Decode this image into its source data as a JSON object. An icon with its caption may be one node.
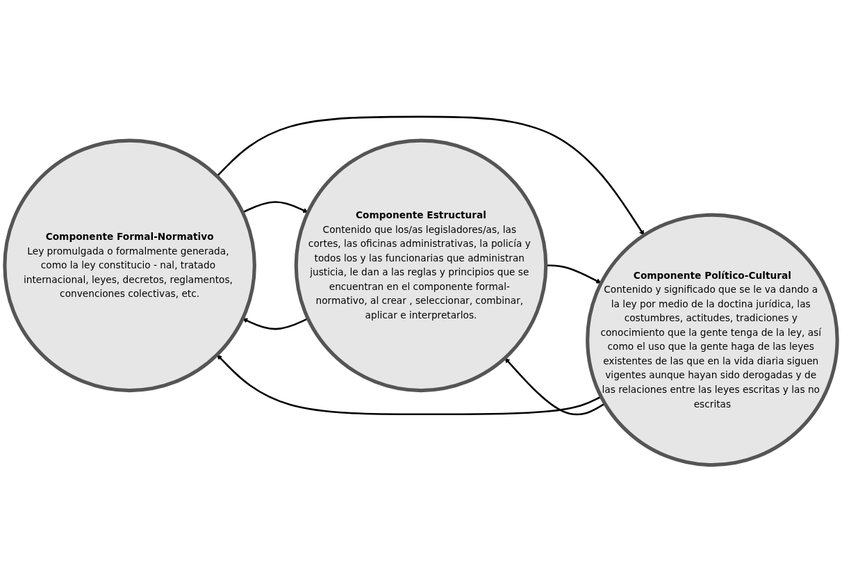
{
  "diagram": {
    "nodes": [
      {
        "text": [
          "Componente Formal-Normativo",
          "Ley promulgada o formalmente generada, como la ley constitucio - nal, tratado internacional, leyes, decretos, reglamentos, convenciones colectivas, etc."
        ]
      },
      {
        "text": [
          "Componente Estructural",
          "Contenido que los/as legisladores/as, las cortes, las oficinas administrativas, la policía y todos los y las funcionarias que administran justicia, le dan a las reglas y principios que se encuentran en el componente formal- normativo, al crear , seleccionar, combinar, aplicar e interpretarlos."
        ]
      },
      {
        "text": [
          "Componente Político-Cultural",
          "Contenido y significado que se le va dando a la ley por medio de la doctina jurídica, las costumbres, actitudes, tradiciones y conocimiento que la gente tenga de la ley, así como el uso que la gente haga de las leyes existentes de las que en la vida diaria siguen vigentes aunque hayan sido derogadas y de las relaciones entre las leyes escritas y las no escritas"
        ]
      }
    ],
    "edges": [
      {
        "from": 0,
        "to": 1,
        "arrow": "to"
      },
      {
        "from": 1,
        "to": 0,
        "arrow": "to"
      },
      {
        "from": 2,
        "to": 0,
        "arrow": "to"
      },
      {
        "from": 0,
        "to": 2,
        "arrow": "to"
      },
      {
        "from": 1,
        "to": 2,
        "arrow": "to"
      },
      {
        "from": 2,
        "to": 1,
        "arrow": "to"
      }
    ]
  }
}
